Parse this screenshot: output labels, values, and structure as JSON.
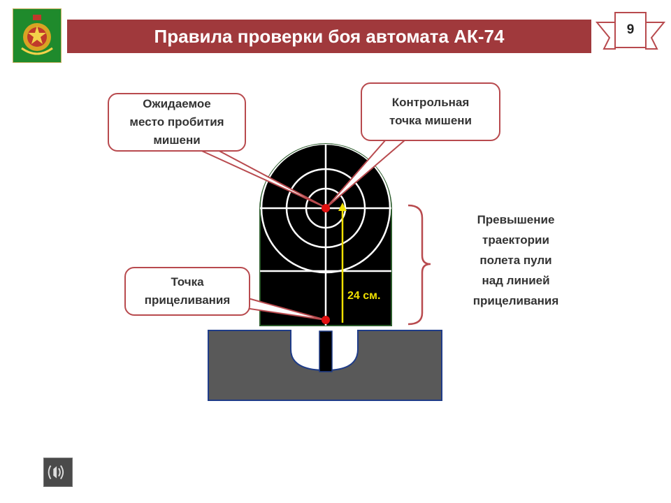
{
  "header": {
    "title": "Правила проверки боя автомата АК-74",
    "slide_number": "9",
    "logo_icon": "emblem-icon"
  },
  "callouts": {
    "expected_hit": "Ожидаемое\nместо пробития\nмишени",
    "control_point": "Контрольная\nточка мишени",
    "aim_point": "Точка\nприцеливания"
  },
  "measure": {
    "label": "24 см."
  },
  "side_label": "Превышение\nтраектории\nполета пули\nнад линией\nприцеливания",
  "colors": {
    "title_bar": "#a0393c",
    "callout_border": "#b84a4e",
    "hit_dot": "#e01010",
    "measure_line": "#f0e000",
    "target_bg": "#000000",
    "stand": "#595959"
  },
  "controls": {
    "sound_icon": "speaker-icon"
  }
}
